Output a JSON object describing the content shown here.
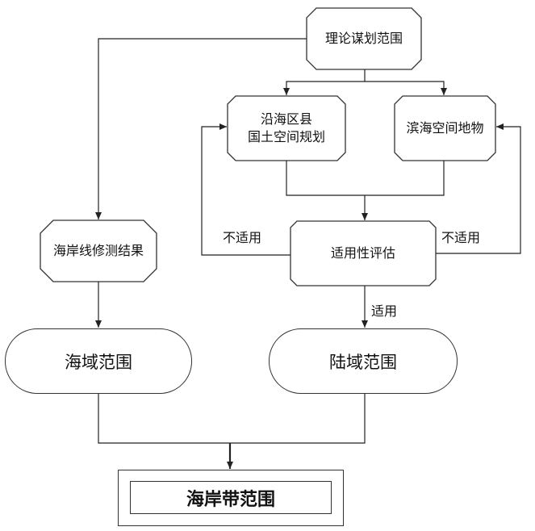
{
  "diagram": {
    "nodes": {
      "theory_scope": "理论谋划范围",
      "coastal_county_planning_l1": "沿海区县",
      "coastal_county_planning_l2": "国土空间规划",
      "coastal_features": "滨海空间地物",
      "shoreline_result": "海岸线修测结果",
      "suitability_eval": "适用性评估",
      "sea_scope": "海域范围",
      "land_scope": "陆域范围",
      "coastal_zone_scope": "海岸带范围"
    },
    "edge_labels": {
      "not_applicable_left": "不适用",
      "not_applicable_right": "不适用",
      "applicable": "适用"
    }
  }
}
